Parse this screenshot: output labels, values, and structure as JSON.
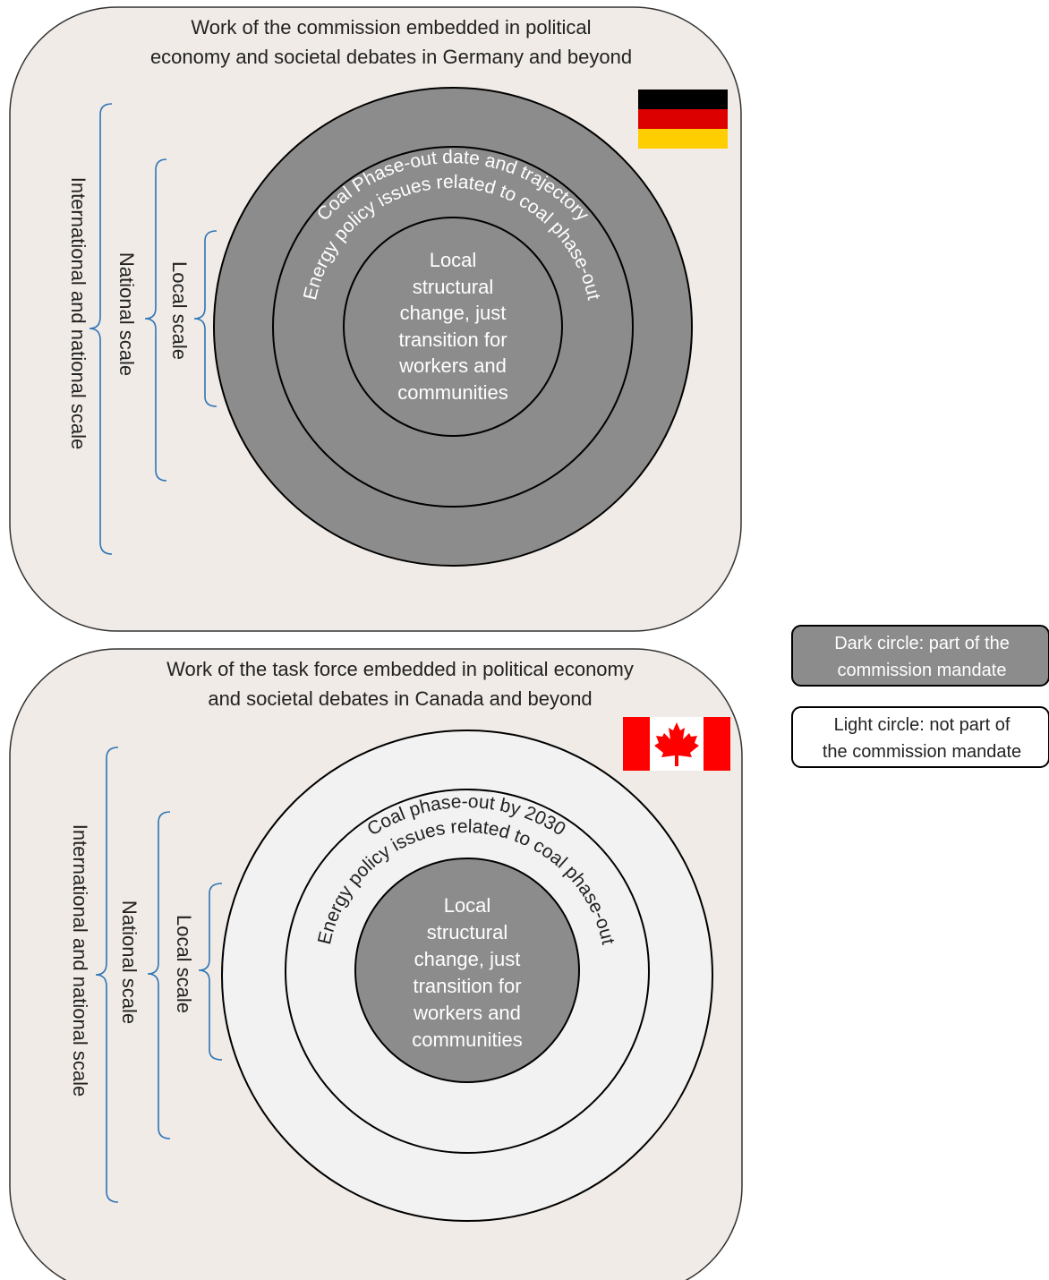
{
  "germany": {
    "title_line1": "Work of the commission embedded in political",
    "title_line2": "economy and societal debates in Germany and beyond",
    "outer_ring": "Coal Phase-out date and trajectory",
    "middle_ring": "Energy policy issues related to coal phase-out",
    "center": [
      "Local",
      "structural",
      "change, just",
      "transition for",
      "workers and",
      "communities"
    ],
    "scales": {
      "international": "International and national scale",
      "national": "National scale",
      "local": "Local scale"
    },
    "flag_colors": [
      "#000000",
      "#dd0000",
      "#ffce00"
    ]
  },
  "canada": {
    "title_line1": "Work of the task force embedded in political economy",
    "title_line2": "and societal debates in Canada and beyond",
    "outer_ring": "Coal phase-out by 2030",
    "middle_ring": "Energy policy issues related to coal phase-out",
    "center": [
      "Local",
      "structural",
      "change, just",
      "transition for",
      "workers and",
      "communities"
    ],
    "scales": {
      "international": "International and national scale",
      "national": "National scale",
      "local": "Local scale"
    },
    "flag_colors": [
      "#ff0000",
      "#ffffff"
    ]
  },
  "legend": {
    "dark": [
      "Dark circle: part of the",
      "commission mandate"
    ],
    "light": [
      "Light circle: not part of",
      "the commission mandate"
    ]
  },
  "colors": {
    "panel_bg": "#f0ebe6",
    "dark_circle": "#8c8c8c",
    "light_circle": "#f2f2f2",
    "bracket": "#2e75b6"
  }
}
